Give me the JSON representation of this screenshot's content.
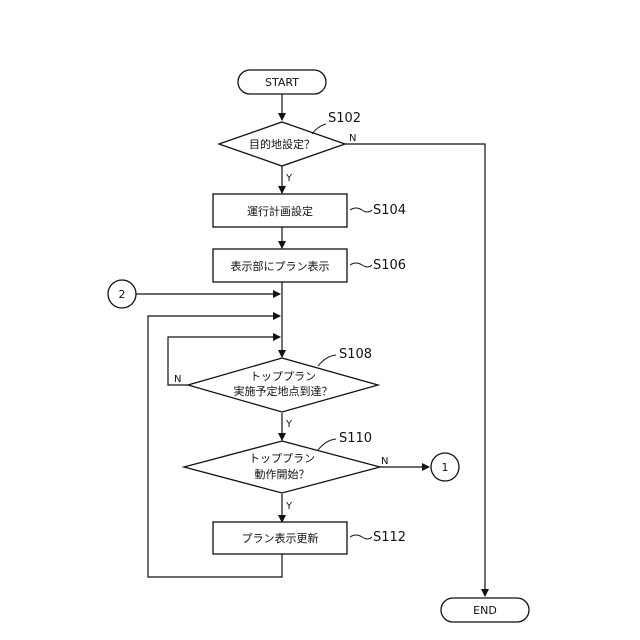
{
  "flowchart": {
    "start": "START",
    "end": "END",
    "steps": {
      "s102": {
        "label": "S102",
        "text": "目的地設定？",
        "yes": "Y",
        "no": "N"
      },
      "s104": {
        "label": "S104",
        "text": "運行計画設定"
      },
      "s106": {
        "label": "S106",
        "text": "表示部にプラン表示"
      },
      "s108": {
        "label": "S108",
        "line1": "トッププラン",
        "line2": "実施予定地点到達？",
        "yes": "Y",
        "no": "N"
      },
      "s110": {
        "label": "S110",
        "line1": "トッププラン",
        "line2": "動作開始？",
        "yes": "Y",
        "no": "N"
      },
      "s112": {
        "label": "S112",
        "text": "プラン表示更新"
      }
    },
    "connectors": {
      "in": "2",
      "out": "1"
    }
  }
}
